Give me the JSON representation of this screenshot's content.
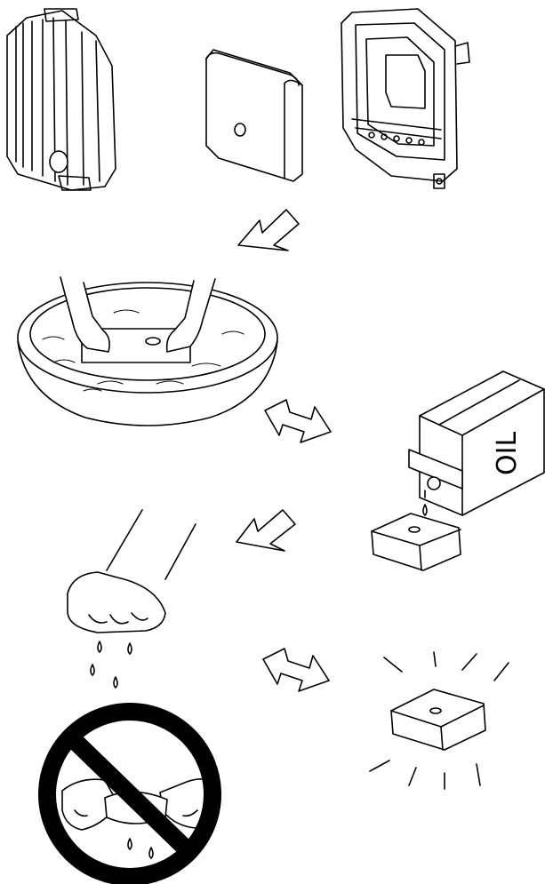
{
  "diagram": {
    "steps": [
      {
        "id": "disassemble",
        "icon": "air-filter-parts-icon"
      },
      {
        "id": "wash",
        "icon": "washing-basin-icon"
      },
      {
        "id": "oil",
        "icon": "oil-can-icon"
      },
      {
        "id": "squeeze",
        "icon": "squeeze-hand-icon"
      },
      {
        "id": "no-twist",
        "icon": "prohibited-twist-icon"
      },
      {
        "id": "clean",
        "icon": "clean-foam-icon"
      }
    ],
    "oil_can": {
      "label": "OIL"
    },
    "colors": {
      "line": "#000000",
      "background": "#ffffff"
    }
  }
}
